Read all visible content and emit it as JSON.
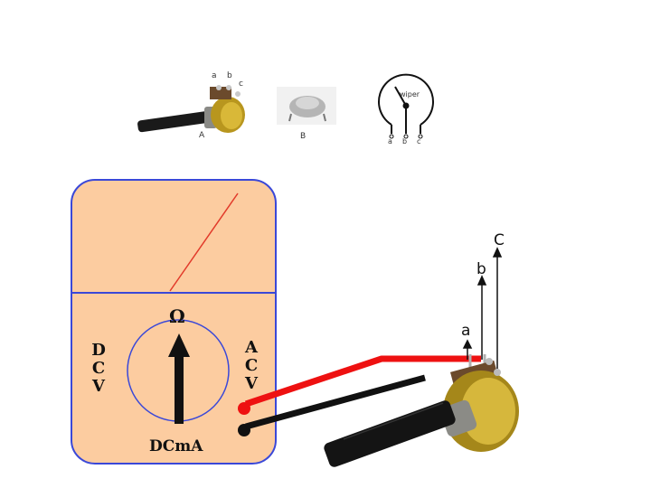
{
  "top_row": {
    "pot_a": {
      "label_a": "a",
      "label_b": "b",
      "label_c": "c",
      "caption": "A"
    },
    "pot_b": {
      "caption": "B"
    },
    "symbol": {
      "wiper": "wiper",
      "t1": "a",
      "t2": "b",
      "t3": "c"
    }
  },
  "meter": {
    "ohm": "Ω",
    "dcv": [
      "D",
      "C",
      "V"
    ],
    "acv": [
      "A",
      "C",
      "V"
    ],
    "dcma": "DCmA"
  },
  "circuit": {
    "terminal_a": "a",
    "terminal_b": "b",
    "terminal_c": "C"
  },
  "colors": {
    "meter_body": "#fccca0",
    "meter_border": "#3a48d8",
    "needle": "#e23a2a",
    "red_lead": "#ee1111",
    "black_lead": "#111111"
  }
}
